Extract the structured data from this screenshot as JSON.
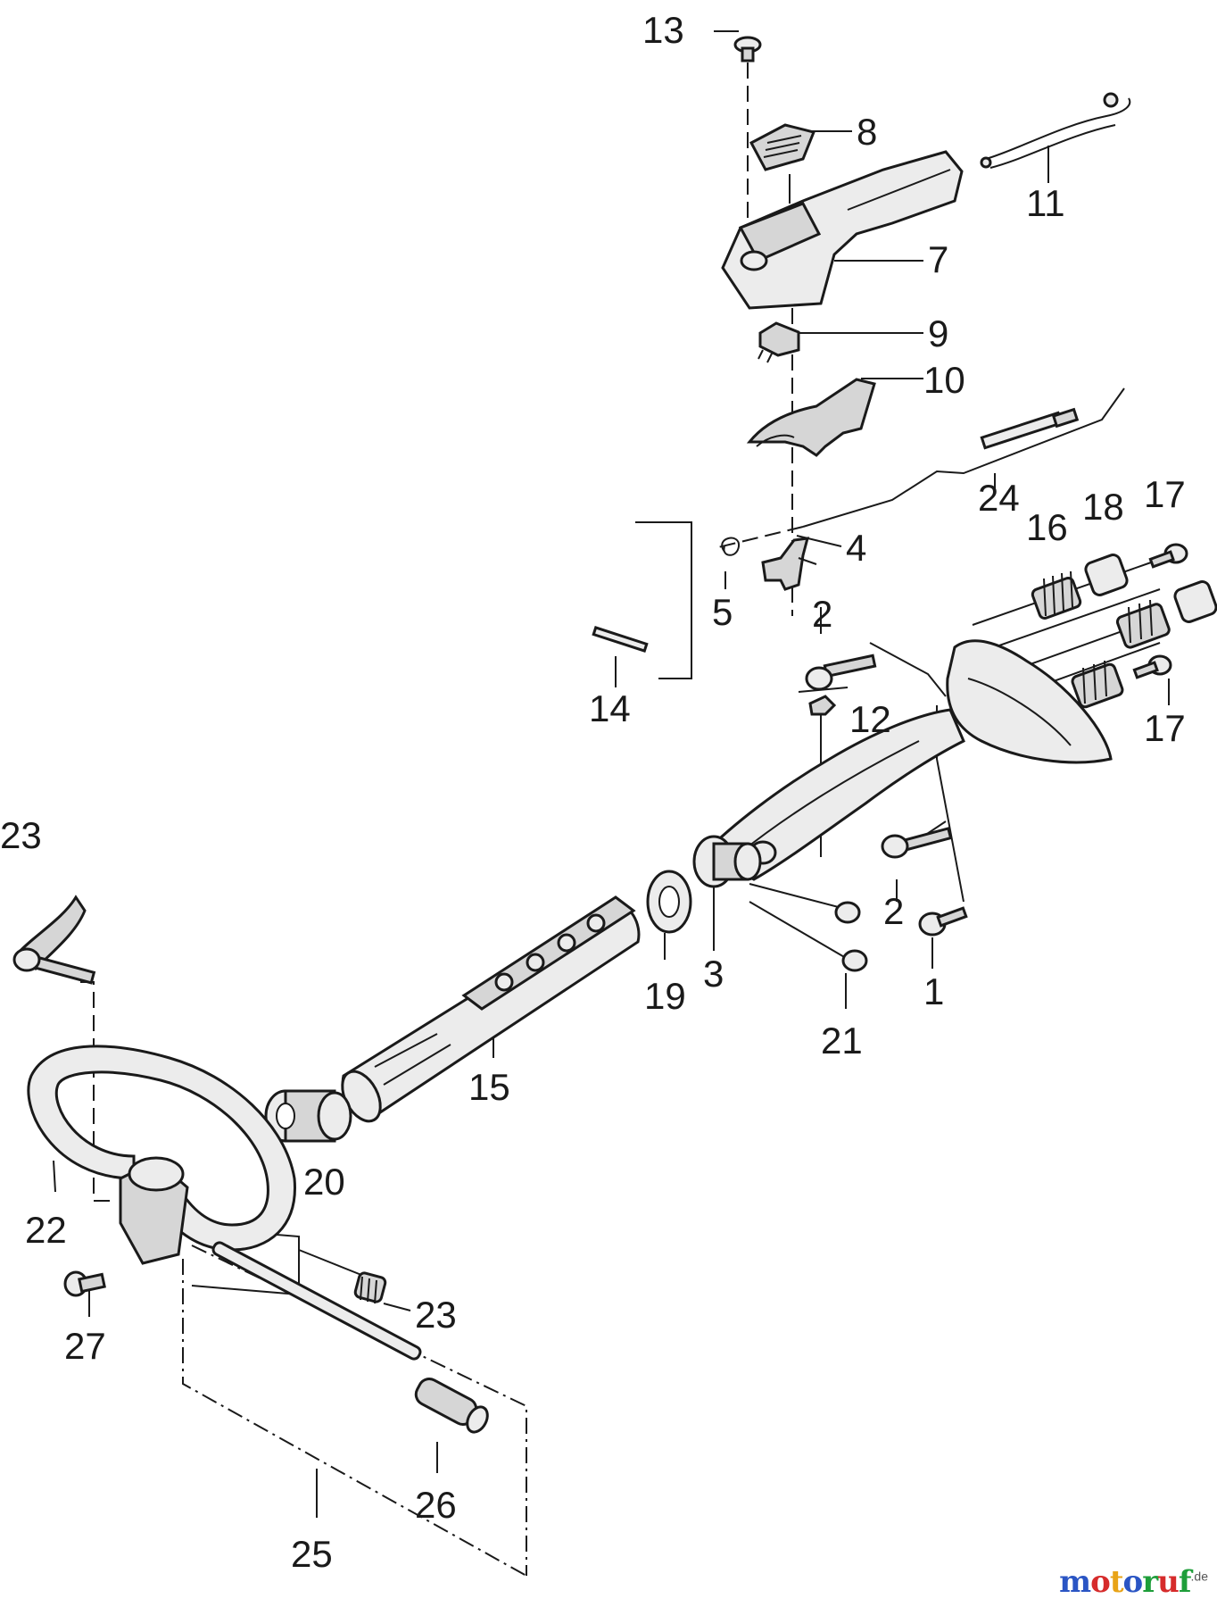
{
  "labels": {
    "l1": "1",
    "l2a": "2",
    "l2b": "2",
    "l3": "3",
    "l4": "4",
    "l5": "5",
    "l7": "7",
    "l8": "8",
    "l9": "9",
    "l10": "10",
    "l11": "11",
    "l12": "12",
    "l13": "13",
    "l14": "14",
    "l15": "15",
    "l16": "16",
    "l17a": "17",
    "l17b": "17",
    "l18": "18",
    "l19": "19",
    "l20": "20",
    "l21": "21",
    "l22": "22",
    "l23a": "23",
    "l23b": "23",
    "l24": "24",
    "l25": "25",
    "l26": "26",
    "l27": "27"
  },
  "watermark": {
    "text": "motoruf",
    "suffix": ".de",
    "colors": [
      "#2a55c4",
      "#d62b2b",
      "#e8a317",
      "#2a55c4",
      "#1e9e3a",
      "#d62b2b",
      "#1e9e3a"
    ]
  }
}
